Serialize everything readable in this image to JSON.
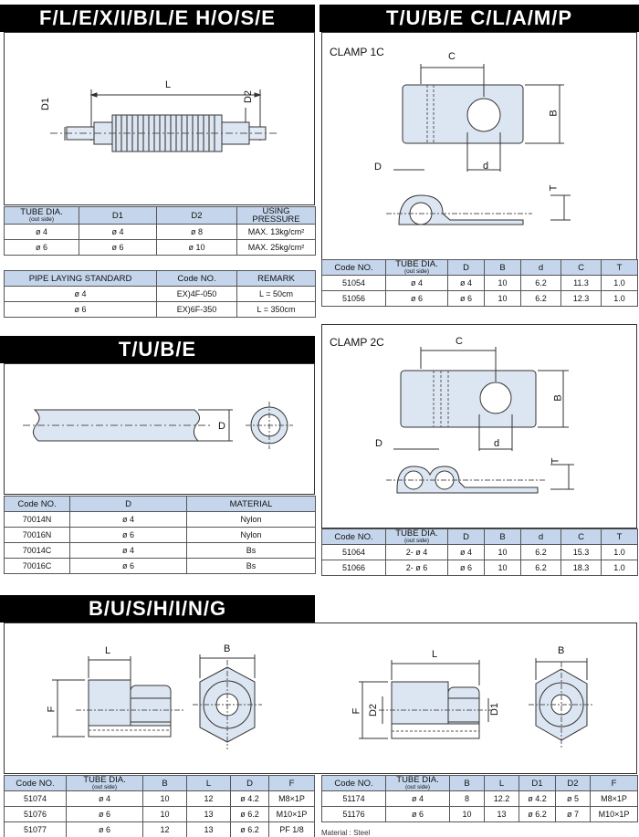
{
  "flex": {
    "title": "F/L/E/X/I/B/L/E  H/O/S/E",
    "dims": {
      "L": "L",
      "D1": "D1",
      "D2": "D2"
    },
    "t1": {
      "head": [
        {
          "t": "TUBE DIA.",
          "s": "(out side)"
        },
        {
          "t": "D1"
        },
        {
          "t": "D2"
        },
        {
          "t": "USING PRESSURE"
        }
      ],
      "rows": [
        [
          "ø 4",
          "ø 4",
          "ø 8",
          "MAX. 13kg/cm²"
        ],
        [
          "ø 6",
          "ø 6",
          "ø 10",
          "MAX. 25kg/cm²"
        ]
      ]
    },
    "t2": {
      "head": [
        {
          "t": "PIPE LAYING STANDARD"
        },
        {
          "t": "Code NO."
        },
        {
          "t": "REMARK"
        }
      ],
      "rows": [
        [
          "ø 4",
          "EX)4F-050",
          "L = 50cm"
        ],
        [
          "ø 6",
          "EX)6F-350",
          "L = 350cm"
        ]
      ]
    }
  },
  "tube": {
    "title": "T/U/B/E",
    "dims": {
      "D": "D"
    },
    "table": {
      "head": [
        {
          "t": "Code NO."
        },
        {
          "t": "D"
        },
        {
          "t": "MATERIAL"
        }
      ],
      "rows": [
        [
          "70014N",
          "ø 4",
          "Nylon"
        ],
        [
          "70016N",
          "ø 6",
          "Nylon"
        ],
        [
          "70014C",
          "ø 4",
          "Bs"
        ],
        [
          "70016C",
          "ø 6",
          "Bs"
        ]
      ]
    }
  },
  "clamp": {
    "title": "T/U/B/E  C/L/A/M/P",
    "c1": {
      "label": "CLAMP 1C",
      "dims": {
        "C": "C",
        "B": "B",
        "D": "D",
        "d": "d",
        "T": "T"
      },
      "head": [
        {
          "t": "Code NO."
        },
        {
          "t": "TUBE DIA.",
          "s": "(out side)"
        },
        {
          "t": "D"
        },
        {
          "t": "B"
        },
        {
          "t": "d"
        },
        {
          "t": "C"
        },
        {
          "t": "T"
        }
      ],
      "rows": [
        [
          "51054",
          "ø 4",
          "ø 4",
          "10",
          "6.2",
          "11.3",
          "1.0"
        ],
        [
          "51056",
          "ø 6",
          "ø 6",
          "10",
          "6.2",
          "12.3",
          "1.0"
        ]
      ]
    },
    "c2": {
      "label": "CLAMP 2C",
      "dims": {
        "C": "C",
        "B": "B",
        "D": "D",
        "d": "d",
        "T": "T"
      },
      "head": [
        {
          "t": "Code NO."
        },
        {
          "t": "TUBE DIA.",
          "s": "(out side)"
        },
        {
          "t": "D"
        },
        {
          "t": "B"
        },
        {
          "t": "d"
        },
        {
          "t": "C"
        },
        {
          "t": "T"
        }
      ],
      "rows": [
        [
          "51064",
          "2- ø 4",
          "ø 4",
          "10",
          "6.2",
          "15.3",
          "1.0"
        ],
        [
          "51066",
          "2- ø 6",
          "ø 6",
          "10",
          "6.2",
          "18.3",
          "1.0"
        ]
      ]
    }
  },
  "bush": {
    "title": "B/U/S/H/I/N/G",
    "d1": {
      "L": "L",
      "B": "B",
      "F": "F"
    },
    "d2": {
      "L": "L",
      "B": "B",
      "F": "F",
      "D1": "D1",
      "D2": "D2"
    },
    "t1": {
      "head": [
        {
          "t": "Code NO."
        },
        {
          "t": "TUBE DIA.",
          "s": "(out side)"
        },
        {
          "t": "B"
        },
        {
          "t": "L"
        },
        {
          "t": "D"
        },
        {
          "t": "F"
        }
      ],
      "rows": [
        [
          "51074",
          "ø 4",
          "10",
          "12",
          "ø 4.2",
          "M8×1P"
        ],
        [
          "51076",
          "ø 6",
          "10",
          "13",
          "ø 6.2",
          "M10×1P"
        ],
        [
          "51077",
          "ø 6",
          "12",
          "13",
          "ø 6.2",
          "PF 1/8"
        ]
      ]
    },
    "t2": {
      "head": [
        {
          "t": "Code NO."
        },
        {
          "t": "TUBE DIA.",
          "s": "(out side)"
        },
        {
          "t": "B"
        },
        {
          "t": "L"
        },
        {
          "t": "D1"
        },
        {
          "t": "D2"
        },
        {
          "t": "F"
        }
      ],
      "rows": [
        [
          "51174",
          "ø 4",
          "8",
          "12.2",
          "ø 4.2",
          "ø 5",
          "M8×1P"
        ],
        [
          "51176",
          "ø 6",
          "10",
          "13",
          "ø 6.2",
          "ø 7",
          "M10×1P"
        ]
      ]
    },
    "material": "Material : Steel"
  }
}
